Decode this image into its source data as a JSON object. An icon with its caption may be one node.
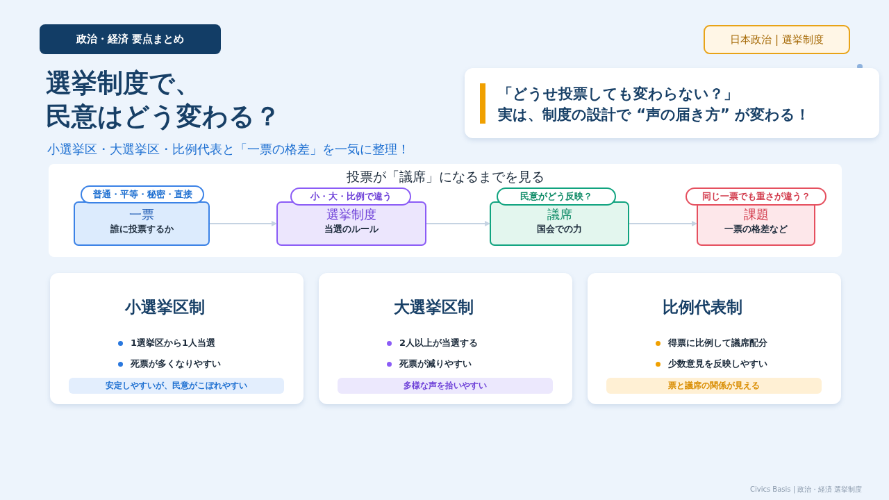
{
  "diagram": {
    "title": "選挙制度で、民意はどう変わる？",
    "nodes": [
      {
        "text": [
          "政治・経済 要点まとめ"
        ]
      },
      {
        "text": [
          "日本政治 | 選挙制度"
        ]
      },
      {
        "text": [
          "「どうせ投票しても変わらない？」",
          "実は、制度の設計で “声の届き方” が変わる！"
        ]
      },
      {
        "text": [
          "投票が「議席」になるまでを見る"
        ]
      },
      {
        "text": [
          "普通・平等・秘密・直接",
          "一票",
          "誰に投票するか"
        ],
        "in": 3
      },
      {
        "text": [
          "小・大・比例で違う",
          "選挙制度",
          "当選のルール"
        ],
        "in": 3
      },
      {
        "text": [
          "民意がどう反映？",
          "議席",
          "国会での力"
        ],
        "in": 3
      },
      {
        "text": [
          "同じ一票でも重さが違う？",
          "課題",
          "一票の格差など"
        ],
        "in": 3
      },
      {
        "text": [
          "小選挙区制",
          "1選挙区から1人当選",
          "死票が多くなりやすい",
          "安定しやすいが、民意がこぼれやすい"
        ]
      },
      {
        "text": [
          "大選挙区制",
          "2人以上が当選する",
          "死票が減りやすい",
          "多様な声を拾いやすい"
        ]
      },
      {
        "text": [
          "比例代表制",
          "得票に比例して議席配分",
          "少数意見を反映しやすい",
          "票と議席の関係が見える"
        ]
      }
    ],
    "edges": [
      {
        "from": 4,
        "to": 5,
        "arrow": "to"
      },
      {
        "from": 5,
        "to": 6,
        "arrow": "to"
      },
      {
        "from": 6,
        "to": 7,
        "arrow": "to"
      }
    ],
    "labels": [
      "小選挙区・大選挙区・比例代表と「一票の格差」を一気に整理！",
      "Civics Basis | 政治・経済 選挙制度"
    ]
  }
}
